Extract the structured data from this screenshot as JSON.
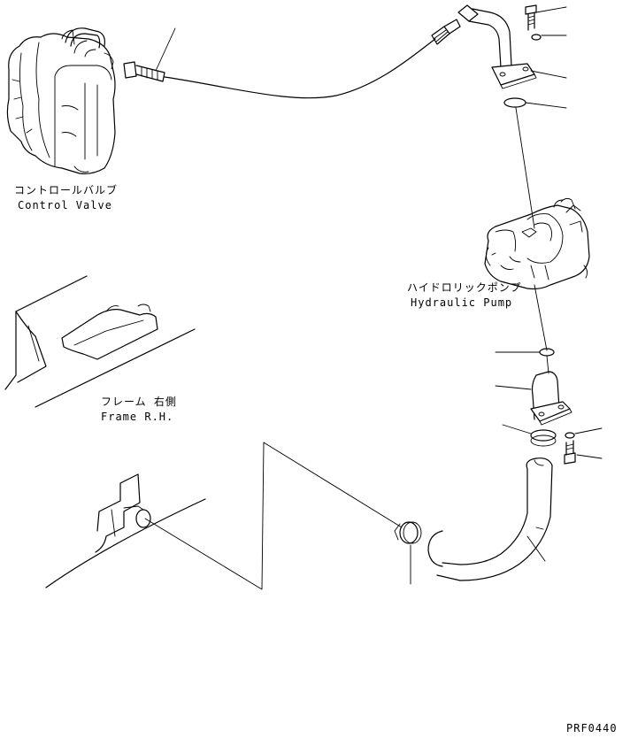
{
  "labels": {
    "control_valve_jp": "コントロールバルブ",
    "control_valve_en": "Control Valve",
    "hydraulic_pump_jp": "ハイドロリックポンプ",
    "hydraulic_pump_en": "Hydraulic Pump",
    "frame_jp": "フレーム 右側",
    "frame_en": "Frame R.H."
  },
  "drawing_code": "PRF0440"
}
